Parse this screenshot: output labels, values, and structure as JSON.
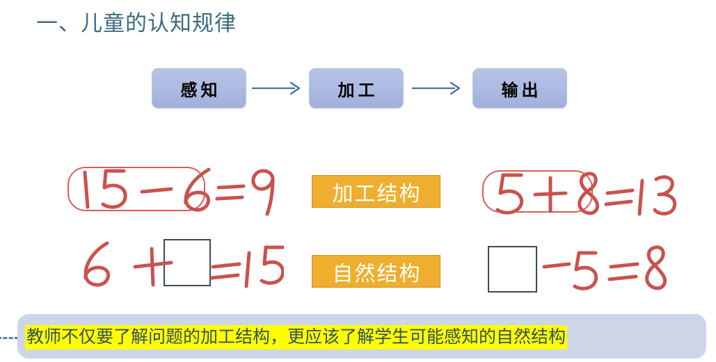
{
  "slide": {
    "title": "一、儿童的认知规律",
    "background_color": "#ffffff",
    "title_color": "#3d6b82"
  },
  "flow": {
    "boxes": [
      {
        "label": "感知"
      },
      {
        "label": "加工"
      },
      {
        "label": "输出"
      }
    ],
    "arrows": [
      {
        "name": "arrow-perceive-to-process"
      },
      {
        "name": "arrow-process-to-output"
      }
    ],
    "box_fill": "#aebce2",
    "arrow_color": "#4a6fa8"
  },
  "equations": {
    "left": [
      {
        "circled": "15 － 6",
        "tail": "=9",
        "has_blank": false
      },
      {
        "lead": "6 ＋",
        "tail": "=15",
        "has_blank": true
      }
    ],
    "right": [
      {
        "circled": "5 ＋ 8",
        "tail": "=13",
        "has_blank": false
      },
      {
        "lead": "",
        "tail": "－5 = 8",
        "has_blank": true
      }
    ],
    "ink_color": "#c9524f",
    "circle_color": "#e05a56",
    "blank_border_color": "#3b4a55"
  },
  "tags": [
    {
      "label": "加工结构"
    },
    {
      "label": "自然结构"
    }
  ],
  "tag_colors": {
    "fill": "#f0ae2e",
    "text": "#ffffff"
  },
  "banner": {
    "text": "教师不仅要了解问题的加工结构，更应该了解学生可能感知的自然结构",
    "highlight_color": "#ffff00",
    "text_color": "#34505e",
    "panel_color": "#ccd6e8"
  }
}
